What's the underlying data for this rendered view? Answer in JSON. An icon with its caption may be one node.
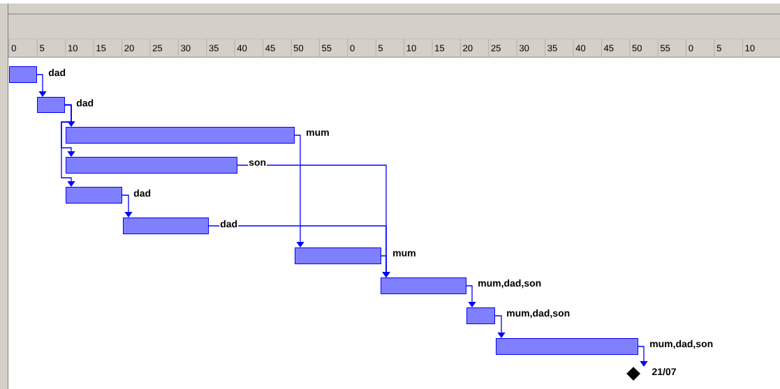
{
  "diagram": {
    "nodes": [
      {
        "text": [],
        "shape": "bar",
        "beside": [
          "dad"
        ]
      },
      {
        "text": [],
        "shape": "bar",
        "beside": [
          "dad"
        ]
      },
      {
        "text": [],
        "shape": "bar",
        "beside": [
          "mum"
        ]
      },
      {
        "text": [],
        "shape": "bar",
        "beside": [
          "son"
        ]
      },
      {
        "text": [],
        "shape": "bar",
        "beside": [
          "dad"
        ]
      },
      {
        "text": [],
        "shape": "bar",
        "beside": [
          "dad"
        ]
      },
      {
        "text": [],
        "shape": "bar",
        "beside": [
          "mum"
        ]
      },
      {
        "text": [],
        "shape": "bar",
        "beside": [
          "mum,dad,son"
        ]
      },
      {
        "text": [],
        "shape": "bar",
        "beside": [
          "mum,dad,son"
        ]
      },
      {
        "text": [],
        "shape": "bar",
        "beside": [
          "mum,dad,son"
        ]
      },
      {
        "text": [],
        "shape": "diamond",
        "beside": [
          "21/07"
        ]
      }
    ],
    "edges": [
      {
        "from": 0,
        "to": 1,
        "arrow": "to"
      },
      {
        "from": 1,
        "to": 2,
        "arrow": "to"
      },
      {
        "from": 1,
        "to": 3,
        "arrow": "to"
      },
      {
        "from": 1,
        "to": 4,
        "arrow": "to"
      },
      {
        "from": 4,
        "to": 5,
        "arrow": "to"
      },
      {
        "from": 2,
        "to": 6,
        "arrow": "to"
      },
      {
        "from": 3,
        "to": 7,
        "arrow": "to"
      },
      {
        "from": 5,
        "to": 7,
        "arrow": "to"
      },
      {
        "from": 6,
        "to": 7,
        "arrow": "to"
      },
      {
        "from": 7,
        "to": 8,
        "arrow": "to"
      },
      {
        "from": 8,
        "to": 9,
        "arrow": "to"
      },
      {
        "from": 9,
        "to": 10,
        "arrow": "to"
      }
    ],
    "labels": [
      "0",
      "5",
      "10",
      "15",
      "20",
      "25",
      "30",
      "35",
      "40",
      "45",
      "50",
      "55",
      "0",
      "5",
      "10",
      "15",
      "20",
      "25",
      "30",
      "35",
      "40",
      "45",
      "50",
      "55",
      "0",
      "5",
      "10"
    ]
  }
}
